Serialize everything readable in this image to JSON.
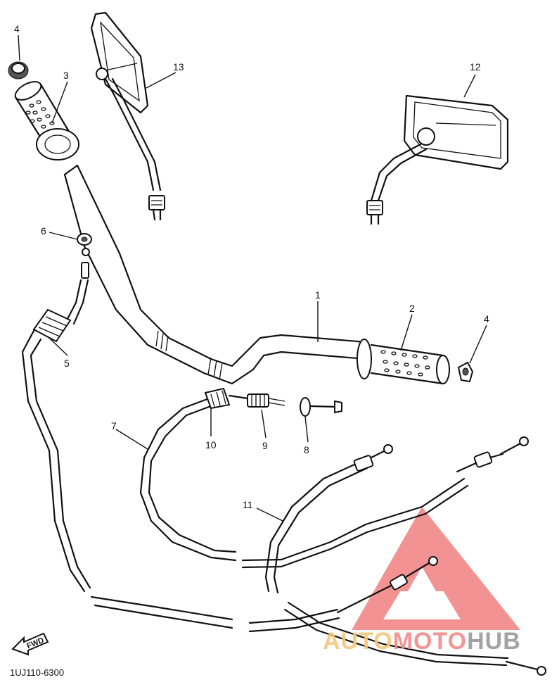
{
  "callouts": {
    "c1": "1",
    "c2": "2",
    "c3": "3",
    "c4a": "4",
    "c4b": "4",
    "c5": "5",
    "c6": "6",
    "c7": "7",
    "c8": "8",
    "c9": "9",
    "c10": "10",
    "c11": "11",
    "c12": "12",
    "c13": "13"
  },
  "diagram_code": "1UJ110-6300",
  "fwd_label": "FWD",
  "watermark": {
    "part_auto": "AUTO",
    "part_moto": "MOTO",
    "part_hub": "HUB",
    "color_auto": "#f5c77a",
    "color_moto": "#f28a8a",
    "color_hub": "#9a9a9a",
    "logo_color": "#f08080"
  }
}
